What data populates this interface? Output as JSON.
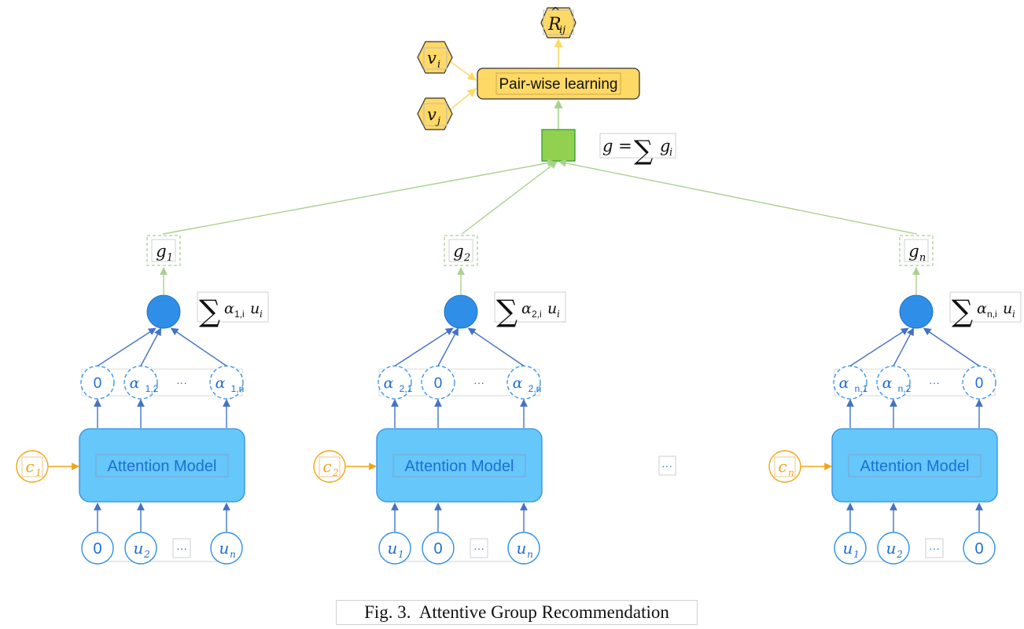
{
  "caption": "Fig. 3.  Attentive Group Recommendation",
  "top": {
    "output_main": "R",
    "output_hat": "^",
    "output_sub": "ij",
    "item_i_main": "v",
    "item_i_sub": "i",
    "item_j_main": "v",
    "item_j_sub": "j",
    "pairwise_label": "Pair-wise learning",
    "group_sum_lhs": "g =",
    "group_sum_sigma": "∑",
    "group_sum_rhs_main": "g",
    "group_sum_rhs_sub": "i"
  },
  "columns": [
    {
      "g_main": "g",
      "g_sub": "1",
      "sum_sigma": "∑",
      "sum_alpha": "α",
      "sum_alpha_sub": "1,i",
      "sum_u": "u",
      "sum_u_sub": "i",
      "ctx_main": "c",
      "ctx_sub": "1",
      "model_label": "Attention Model",
      "weights": [
        {
          "main": "0",
          "sub": ""
        },
        {
          "main": "α",
          "sub": "1,2"
        },
        {
          "main": "···",
          "sub": ""
        },
        {
          "main": "α",
          "sub": "1,n"
        }
      ],
      "inputs": [
        {
          "main": "0",
          "sub": ""
        },
        {
          "main": "u",
          "sub": "2"
        },
        {
          "main": "···",
          "sub": ""
        },
        {
          "main": "u",
          "sub": "n"
        }
      ]
    },
    {
      "g_main": "g",
      "g_sub": "2",
      "sum_sigma": "∑",
      "sum_alpha": "α",
      "sum_alpha_sub": "2,i",
      "sum_u": "u",
      "sum_u_sub": "i",
      "ctx_main": "c",
      "ctx_sub": "2",
      "model_label": "Attention Model",
      "weights": [
        {
          "main": "α",
          "sub": "2,1"
        },
        {
          "main": "0",
          "sub": ""
        },
        {
          "main": "···",
          "sub": ""
        },
        {
          "main": "α",
          "sub": "2,n"
        }
      ],
      "inputs": [
        {
          "main": "u",
          "sub": "1"
        },
        {
          "main": "0",
          "sub": ""
        },
        {
          "main": "···",
          "sub": ""
        },
        {
          "main": "u",
          "sub": "n"
        }
      ]
    },
    {
      "g_main": "g",
      "g_sub": "n",
      "sum_sigma": "∑",
      "sum_alpha": "α",
      "sum_alpha_sub": "n,i",
      "sum_u": "u",
      "sum_u_sub": "i",
      "ctx_main": "c",
      "ctx_sub": "n",
      "model_label": "Attention Model",
      "weights": [
        {
          "main": "α",
          "sub": "n,1"
        },
        {
          "main": "α",
          "sub": "n,2"
        },
        {
          "main": "···",
          "sub": ""
        },
        {
          "main": "0",
          "sub": ""
        }
      ],
      "inputs": [
        {
          "main": "u",
          "sub": "1"
        },
        {
          "main": "u",
          "sub": "2"
        },
        {
          "main": "···",
          "sub": ""
        },
        {
          "main": "0",
          "sub": ""
        }
      ]
    }
  ],
  "middle_ellipsis": "···",
  "colors": {
    "blue_node": "#2f8fe8",
    "model_fill": "#66c7fa",
    "model_stroke": "#2f8fe8",
    "blue_text": "#1e6fd1",
    "blue_arrow": "#4472c4",
    "orange": "#f2a516",
    "green_node": "#92d050",
    "green_stroke": "#2e9e2e",
    "green_line": "#a9d18e",
    "gold": "#ffd966",
    "gold_stroke": "#333333"
  }
}
